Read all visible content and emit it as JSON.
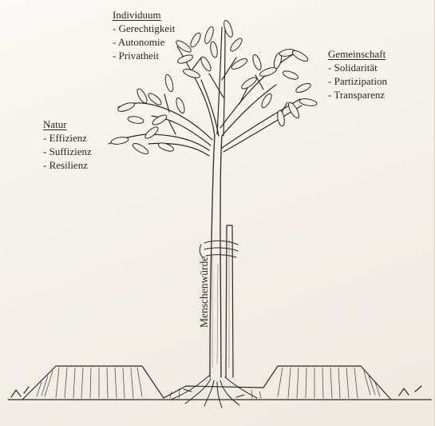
{
  "diagram": {
    "individuum": {
      "heading": "Individuum",
      "items": [
        "Gerechtigkeit",
        "Autonomie",
        "Privatheit"
      ]
    },
    "gemeinschaft": {
      "heading": "Gemeinschaft",
      "items": [
        "Solidarität",
        "Partizipation",
        "Transparenz"
      ]
    },
    "natur": {
      "heading": "Natur",
      "items": [
        "Effizienz",
        "Suffizienz",
        "Resilienz"
      ]
    },
    "trunk_label": "Menschenwürde"
  },
  "colors": {
    "ink": "#2b2522",
    "paper": "#f6f3ee"
  }
}
